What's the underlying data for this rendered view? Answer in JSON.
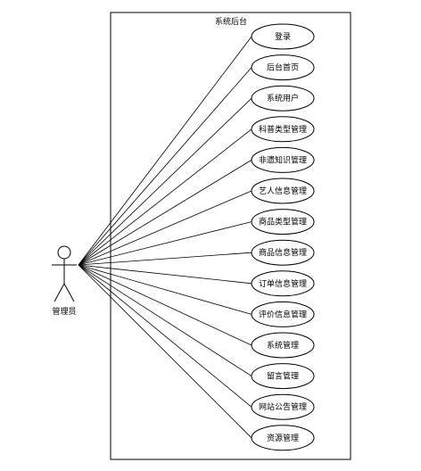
{
  "system": {
    "title": "系统后台"
  },
  "actor": {
    "label": "管理员"
  },
  "use_cases": [
    {
      "label": "登录"
    },
    {
      "label": "后台首页"
    },
    {
      "label": "系统用户"
    },
    {
      "label": "科普类型管理"
    },
    {
      "label": "非遗知识管理"
    },
    {
      "label": "艺人信息管理"
    },
    {
      "label": "商品类型管理"
    },
    {
      "label": "商品信息管理"
    },
    {
      "label": "订单信息管理"
    },
    {
      "label": "评价信息管理"
    },
    {
      "label": "系统管理"
    },
    {
      "label": "留言管理"
    },
    {
      "label": "网站公告管理"
    },
    {
      "label": "资源管理"
    }
  ]
}
